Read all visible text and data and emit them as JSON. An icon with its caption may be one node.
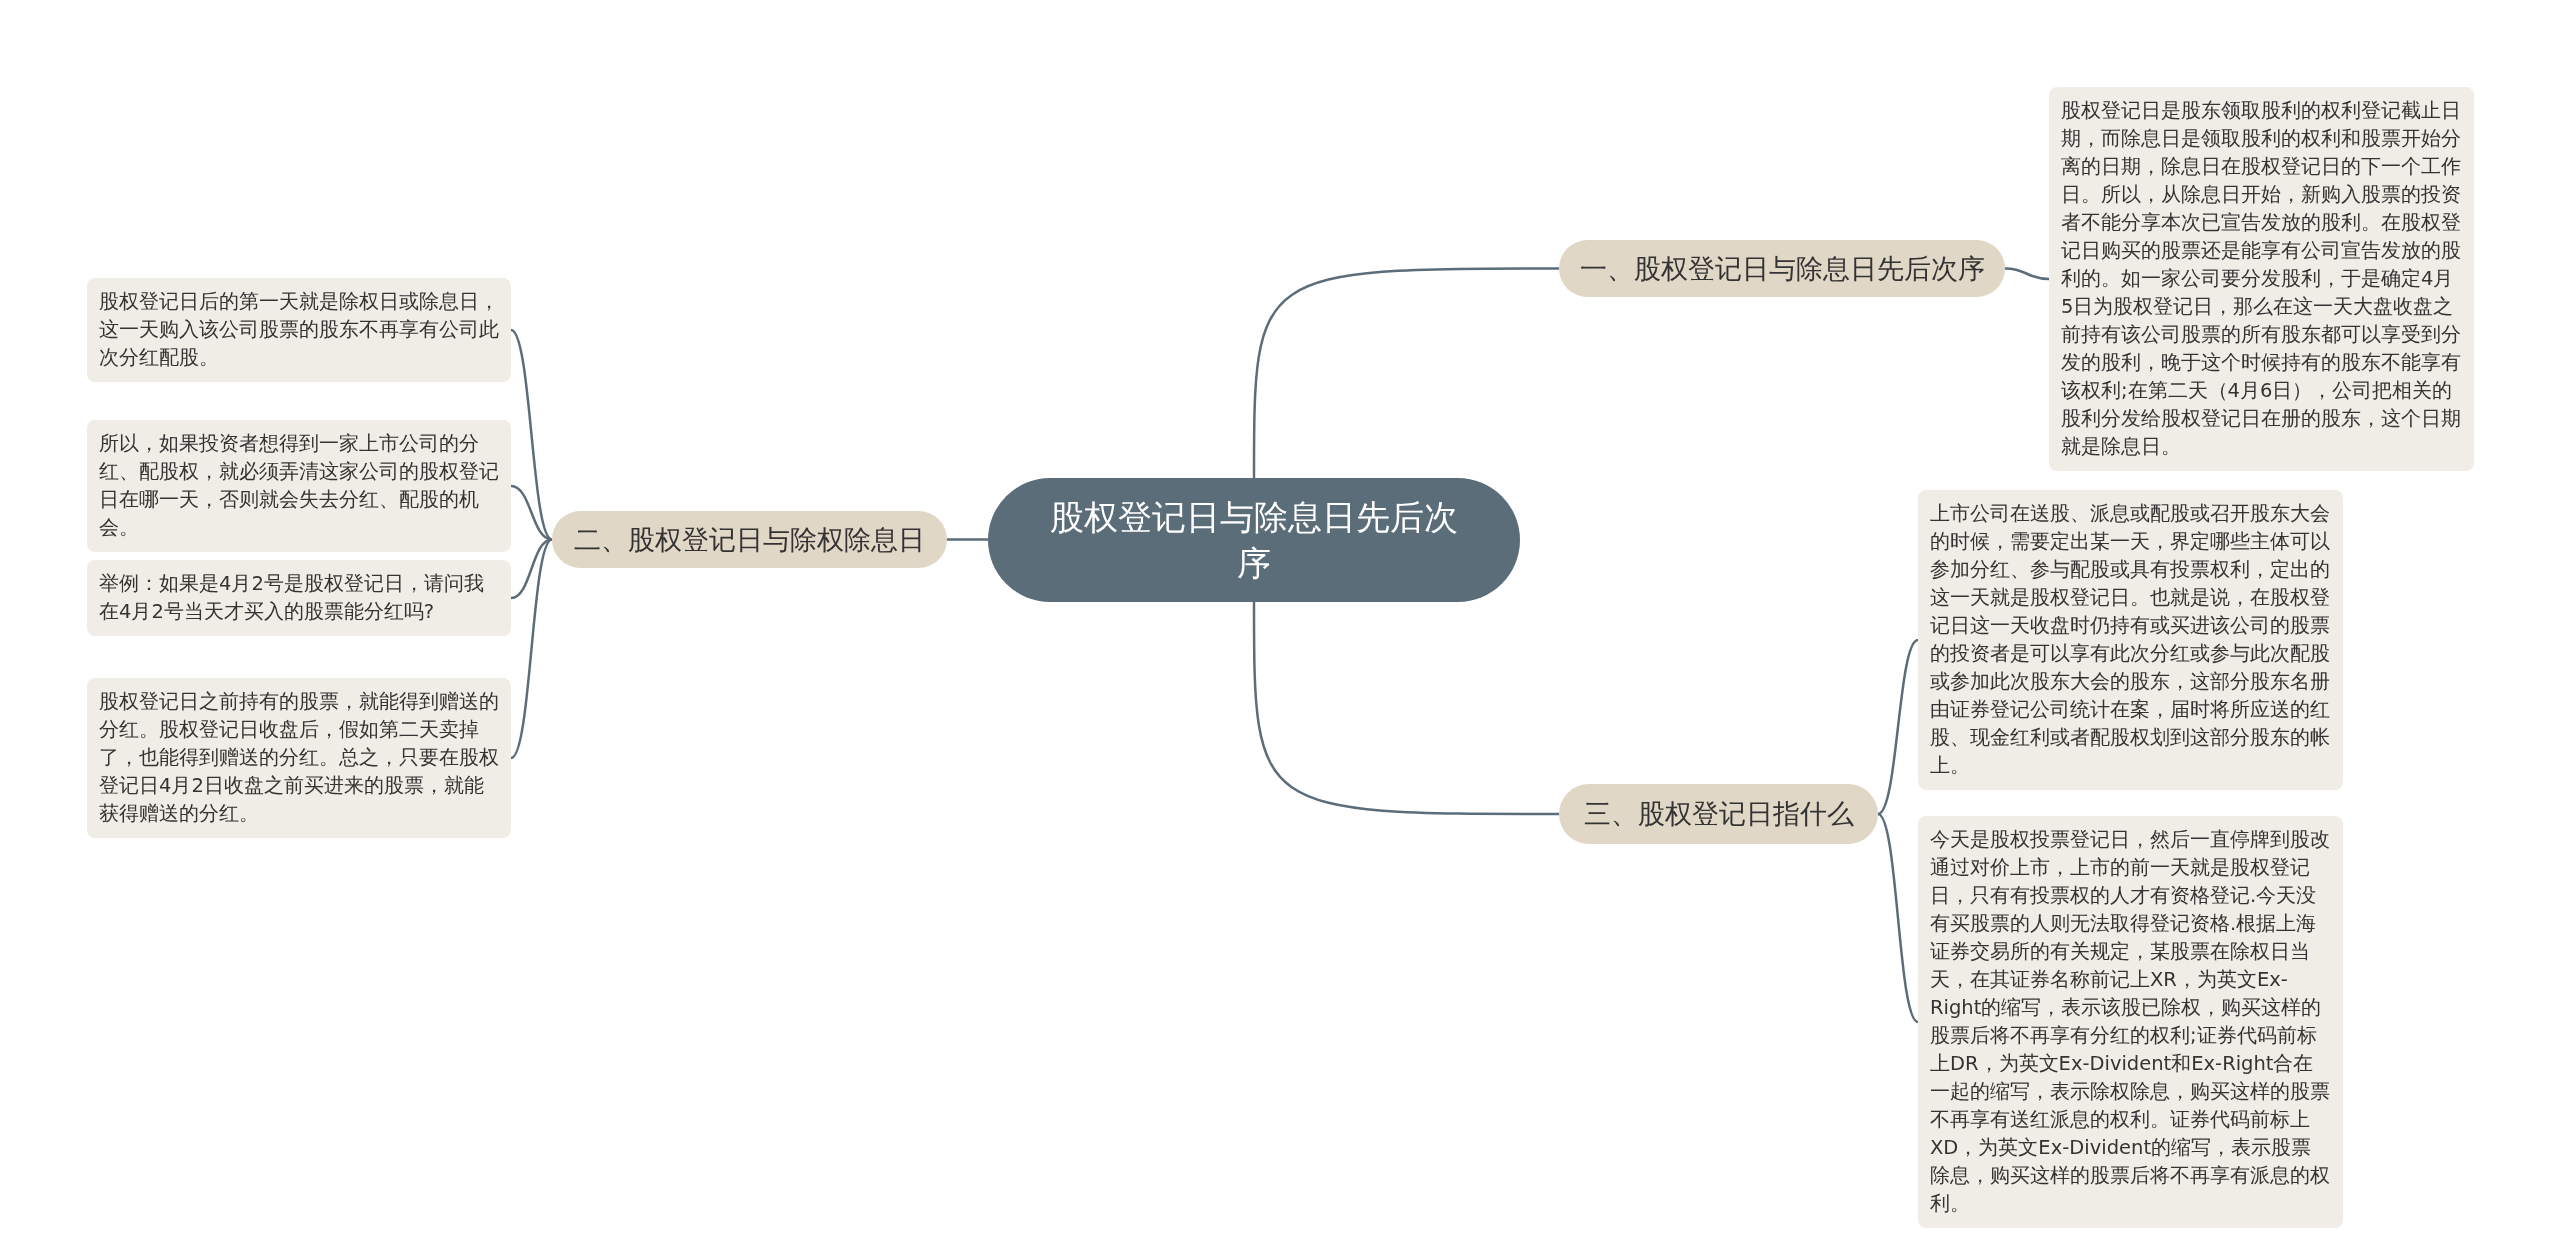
{
  "diagram": {
    "nodes": [
      {
        "text": [
          "股权登记日与除息日先后次序"
        ]
      },
      {
        "text": [
          "一、股权登记日与除息日先后次序"
        ]
      },
      {
        "text": [
          "股权登记日是股东领取股利的权利登记截止日期，而除息日是领取股利的权利和股票开始分离的日期，除息日在股权登记日的下一个工作日。所以，从除息日开始，新购入股票的投资者不能分享本次已宣告发放的股利。在股权登记日购买的股票还是能享有公司宣告发放的股利的。如一家公司要分发股利，于是确定4月5日为股权登记日，那么在这一天大盘收盘之前持有该公司股票的所有股东都可以享受到分发的股利，晚于这个时候持有的股东不能享有该权利;在第二天（4月6日），公司把相关的股利分发给股权登记日在册的股东，这个日期就是除息日。"
        ]
      },
      {
        "text": [
          "二、股权登记日与除权除息日"
        ]
      },
      {
        "text": [
          "股权登记日后的第一天就是除权日或除息日，这一天购入该公司股票的股东不再享有公司此次分红配股。"
        ]
      },
      {
        "text": [
          "所以，如果投资者想得到一家上市公司的分红、配股权，就必须弄清这家公司的股权登记日在哪一天，否则就会失去分红、配股的机会。"
        ]
      },
      {
        "text": [
          "举例：如果是4月2号是股权登记日，请问我在4月2号当天才买入的股票能分红吗?"
        ]
      },
      {
        "text": [
          "股权登记日之前持有的股票，就能得到赠送的分红。股权登记日收盘后，假如第二天卖掉了，也能得到赠送的分红。总之，只要在股权登记日4月2日收盘之前买进来的股票，就能获得赠送的分红。"
        ]
      },
      {
        "text": [
          "三、股权登记日指什么"
        ]
      },
      {
        "text": [
          "上市公司在送股、派息或配股或召开股东大会的时候，需要定出某一天，界定哪些主体可以参加分红、参与配股或具有投票权利，定出的这一天就是股权登记日。也就是说，在股权登记日这一天收盘时仍持有或买进该公司的股票的投资者是可以享有此次分红或参与此次配股或参加此次股东大会的股东，这部分股东名册由证券登记公司统计在案，届时将所应送的红股、现金红利或者配股权划到这部分股东的帐上。"
        ]
      },
      {
        "text": [
          "今天是股权投票登记日，然后一直停牌到股改通过对价上市，上市的前一天就是股权登记日，只有有投票权的人才有资格登记.今天没有买股票的人则无法取得登记资格.根据上海证券交易所的有关规定，某股票在除权日当天，在其证券名称前记上XR，为英文Ex-Right的缩写，表示该股已除权，购买这样的股票后将不再享有分红的权利;证券代码前标上DR，为英文Ex-Divident和Ex-Right合在一起的缩写，表示除权除息，购买这样的股票不再享有送红派息的权利。证券代码前标上XD，为英文Ex-Divident的缩写，表示股票除息，购买这样的股票后将不再享有派息的权利。"
        ]
      }
    ],
    "edges": [
      {
        "from": 0,
        "to": 1,
        "arrow": "none"
      },
      {
        "from": 1,
        "to": 2,
        "arrow": "none"
      },
      {
        "from": 0,
        "to": 3,
        "arrow": "none"
      },
      {
        "from": 3,
        "to": 4,
        "arrow": "none"
      },
      {
        "from": 3,
        "to": 5,
        "arrow": "none"
      },
      {
        "from": 3,
        "to": 6,
        "arrow": "none"
      },
      {
        "from": 3,
        "to": 7,
        "arrow": "none"
      },
      {
        "from": 0,
        "to": 8,
        "arrow": "none"
      },
      {
        "from": 8,
        "to": 9,
        "arrow": "none"
      },
      {
        "from": 8,
        "to": 10,
        "arrow": "none"
      }
    ]
  }
}
